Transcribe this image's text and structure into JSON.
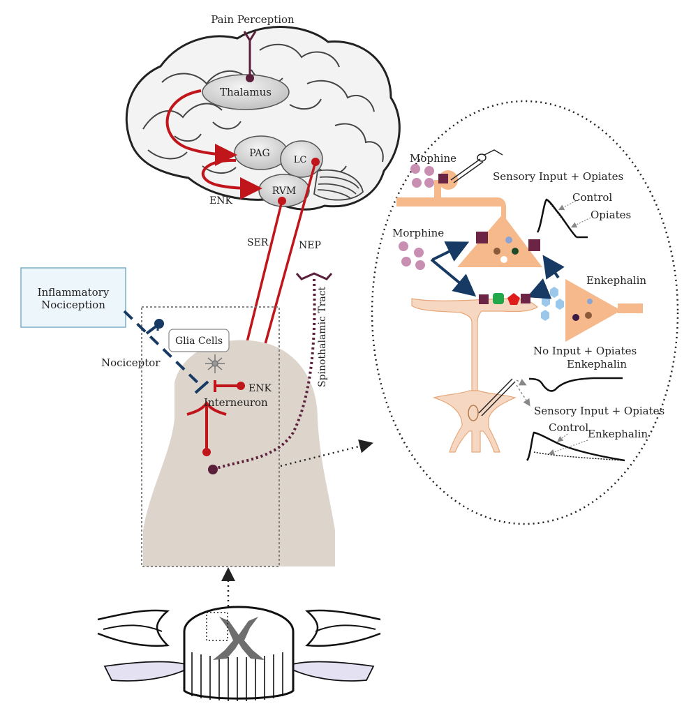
{
  "labels": {
    "pain_perception": "Pain Perception",
    "thalamus": "Thalamus",
    "pag": "PAG",
    "lc": "LC",
    "rvm": "RVM",
    "enk_brain": "ENK",
    "ser": "SER",
    "nep": "NEP",
    "spinothalamic": "Spinothalamic Tract",
    "inflammatory_line1": "Inflammatory",
    "inflammatory_line2": "Nociception",
    "nociceptor": "Nociceptor",
    "glia": "Glia Cells",
    "enk_spinal": "ENK",
    "interneuron": "Interneuron",
    "mophine": "Mophine",
    "sensory_input_opiates_top": "Sensory Input + Opiates",
    "control_top": "Control",
    "opiates": "Opiates",
    "morphine": "Morphine",
    "enkephalin_cell": "Enkephalin",
    "no_input_opiates": "No Input + Opiates",
    "enkephalin_mid": "Enkephalin",
    "sensory_input_opiates_bottom": "Sensory Input + Opiates",
    "control_bottom": "Control",
    "enkephalin_bottom": "Enkephalin"
  },
  "colors": {
    "pathway_red": "#c0161b",
    "dark_purple": "#5a1f3b",
    "navy": "#163a63",
    "cell_orange": "#f6b98c",
    "spinal_beige": "#ddd5cc",
    "receptor_purple": "#6b2443",
    "morphine_pink": "#c98fb3",
    "enkephalin_blue": "#9bc7ea"
  }
}
